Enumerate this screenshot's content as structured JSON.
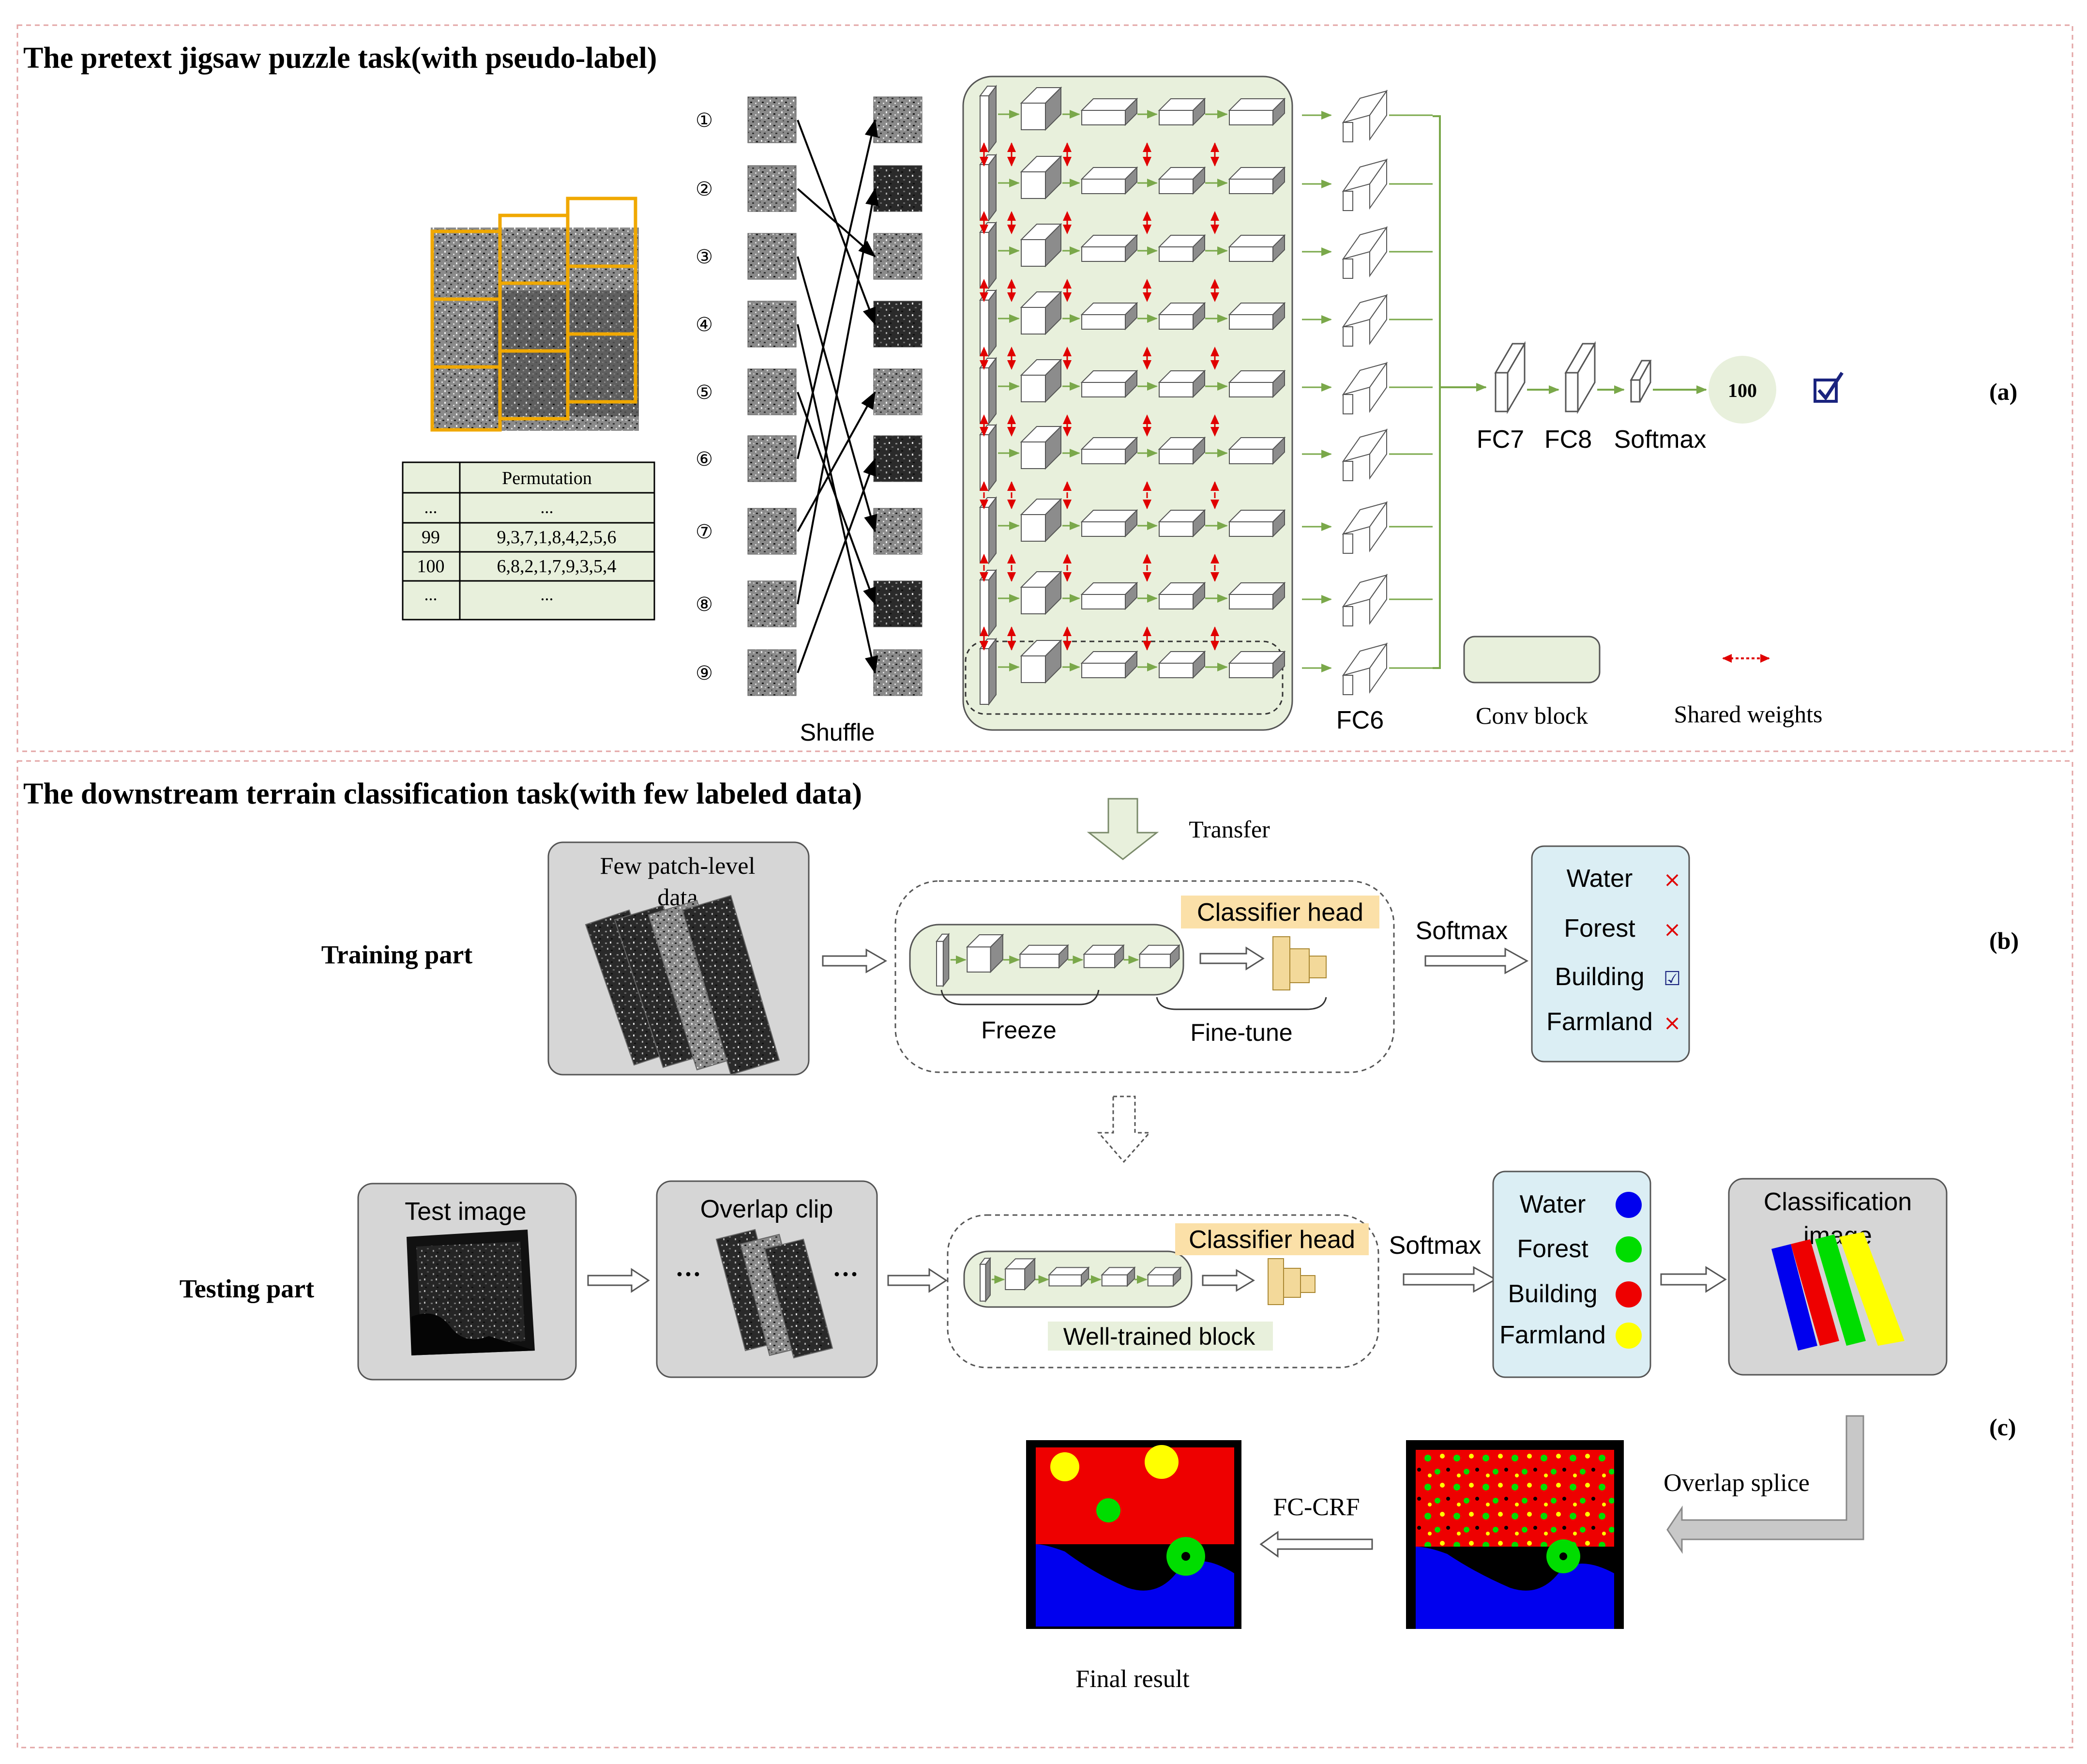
{
  "panel_a": {
    "title": "The pretext jigsaw puzzle task(with pseudo-label)",
    "tag": "(a)",
    "table": {
      "header": [
        "",
        "Permutation"
      ],
      "rows": [
        [
          "...",
          "..."
        ],
        [
          "99",
          "9,3,7,1,8,4,2,5,6"
        ],
        [
          "100",
          "6,8,2,1,7,9,3,5,4"
        ],
        [
          "...",
          "..."
        ]
      ]
    },
    "tile_numbers": [
      "①",
      "②",
      "③",
      "④",
      "⑤",
      "⑥",
      "⑦",
      "⑧",
      "⑨"
    ],
    "shuffle_label": "Shuffle",
    "fc6_label": "FC6",
    "fc7_label": "FC7",
    "fc8_label": "FC8",
    "softmax_label": "Softmax",
    "output_value": "100",
    "legend": {
      "conv_block": "Conv block",
      "shared_weights": "Shared weights"
    }
  },
  "panel_b": {
    "title": "The downstream terrain classification task(with few labeled data)",
    "tag": "(b)",
    "transfer_label": "Transfer",
    "training_part": "Training part",
    "data_box": "Few patch-level data",
    "classifier_head": "Classifier head",
    "freeze": "Freeze",
    "fine_tune": "Fine-tune",
    "softmax": "Softmax",
    "classes": [
      {
        "name": "Water",
        "mark": "×"
      },
      {
        "name": "Forest",
        "mark": "×"
      },
      {
        "name": "Building",
        "mark": "☑"
      },
      {
        "name": "Farmland",
        "mark": "×"
      }
    ]
  },
  "panel_c": {
    "tag": "(c)",
    "testing_part": "Testing part",
    "test_image": "Test image",
    "overlap_clip": "Overlap clip",
    "classifier_head": "Classifier head",
    "well_trained": "Well-trained block",
    "softmax": "Softmax",
    "classes": [
      {
        "name": "Water",
        "color": "#0000ee"
      },
      {
        "name": "Forest",
        "color": "#00dd00"
      },
      {
        "name": "Building",
        "color": "#ee0000"
      },
      {
        "name": "Farmland",
        "color": "#ffff00"
      }
    ],
    "classification_image": "Classification image",
    "overlap_splice": "Overlap splice",
    "fc_crf": "FC-CRF",
    "final_result": "Final result"
  },
  "colors": {
    "conv_fill": "#e8f0dc",
    "arrow_green": "#7aa84a",
    "shared_red": "#e00000",
    "orange_frame": "#f0a800",
    "class_box": "#dbeef4",
    "gray_box": "#d6d6d6",
    "head_label": "#fbe0a8"
  }
}
